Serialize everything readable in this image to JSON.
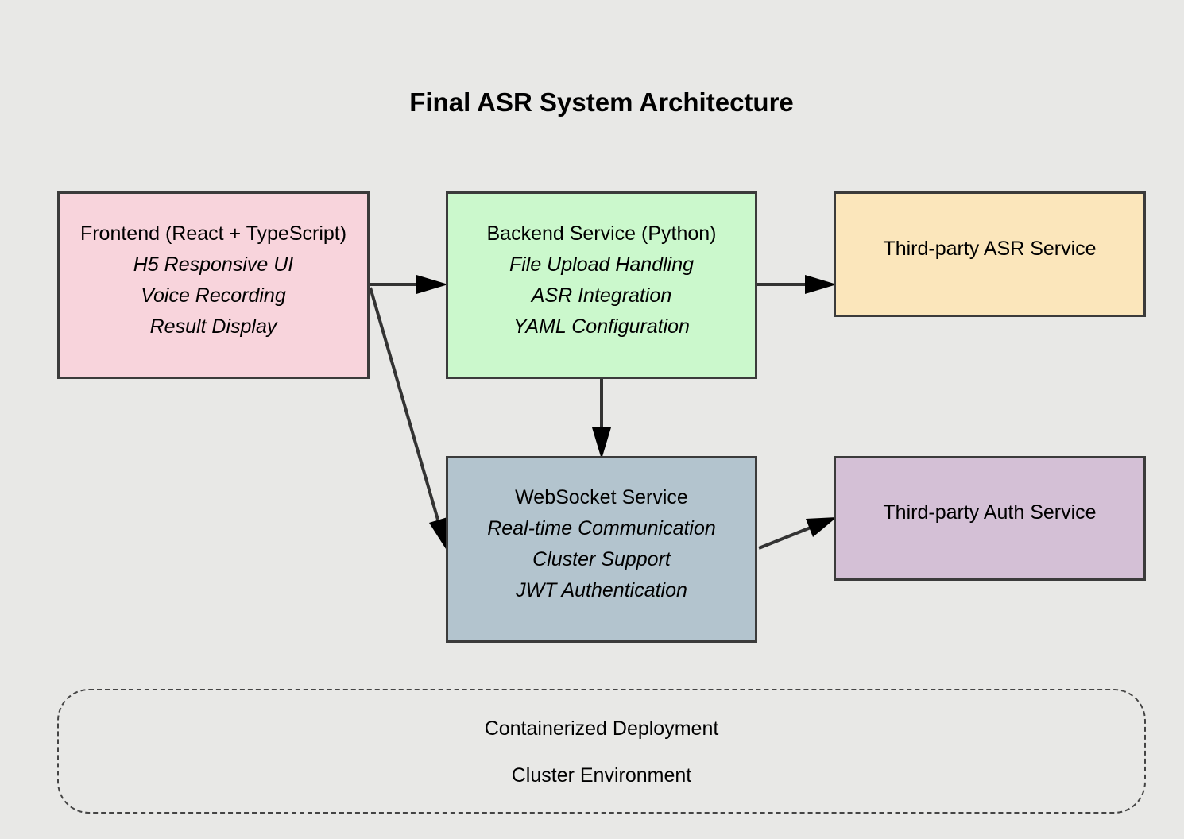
{
  "title": "Final ASR System Architecture",
  "nodes": {
    "frontend": {
      "title": "Frontend (React + TypeScript)",
      "items": [
        "H5 Responsive UI",
        "Voice Recording",
        "Result Display"
      ],
      "color": "#f8d4dc"
    },
    "backend": {
      "title": "Backend Service (Python)",
      "items": [
        "File Upload Handling",
        "ASR Integration",
        "YAML Configuration"
      ],
      "color": "#cbf8cc"
    },
    "asr": {
      "title": "Third-party ASR Service",
      "color": "#fbe6bb"
    },
    "websocket": {
      "title": "WebSocket Service",
      "items": [
        "Real-time Communication",
        "Cluster Support",
        "JWT Authentication"
      ],
      "color": "#b3c4ce"
    },
    "auth": {
      "title": "Third-party Auth Service",
      "color": "#d4c0d6"
    }
  },
  "deployment": {
    "line1": "Containerized Deployment",
    "line2": "Cluster Environment"
  }
}
